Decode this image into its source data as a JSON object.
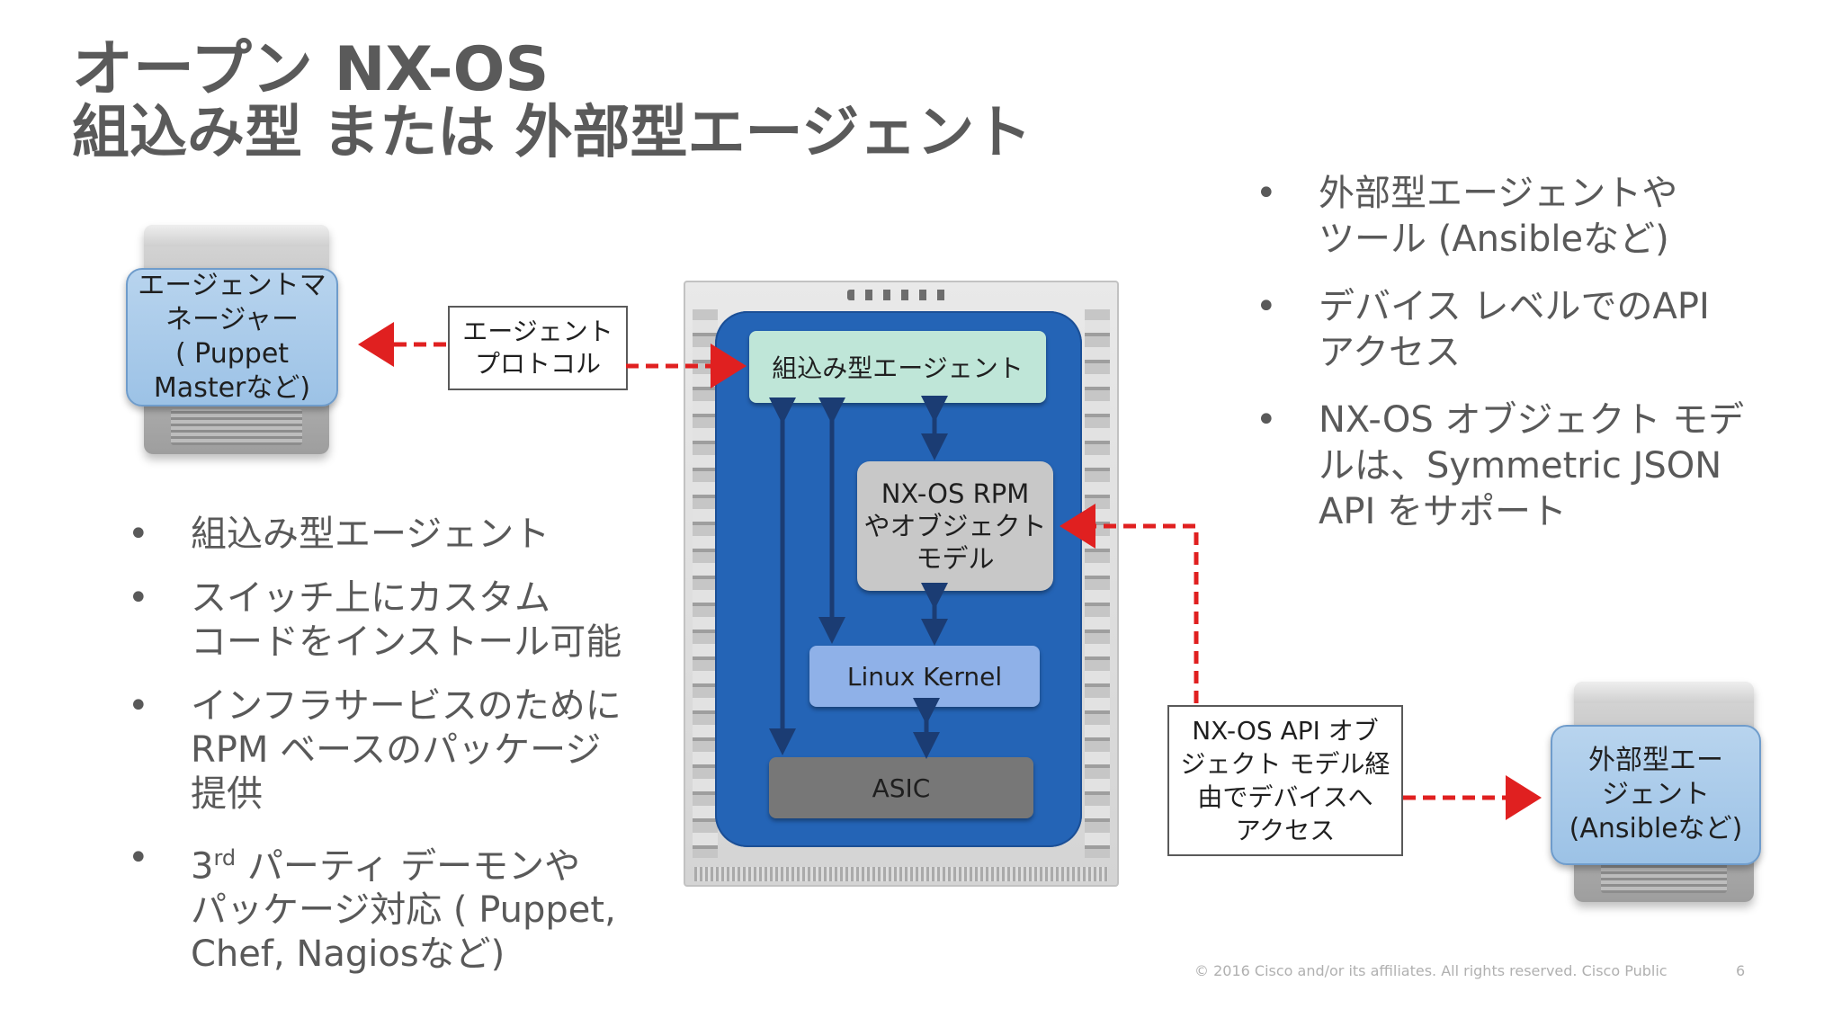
{
  "title": {
    "line1": "オープン NX-OS",
    "line2": "組込み型 または 外部型エージェント"
  },
  "agent_manager": {
    "label": "エージェントマ\nネージャー\n( Puppet\nMasterなど)"
  },
  "agent_protocol": {
    "label": "エージェント\nプロトコル"
  },
  "device_stack": {
    "embedded_agent": "組込み型エージェント",
    "rpm_object_model": "NX-OS RPM\nやオブジェクト\nモデル",
    "linux_kernel": "Linux Kernel",
    "asic": "ASIC"
  },
  "api_access": {
    "label": "NX-OS API オブ\nジェクト モデル経\n由でデバイスへ\nアクセス"
  },
  "external_agent": {
    "label": "外部型エー\nジェント\n(Ansibleなど)"
  },
  "left_bullets": [
    {
      "text": "組込み型エージェント"
    },
    {
      "text": "スイッチ上にカスタム\nコードをインストール可能"
    },
    {
      "text": "インフラサービスのために\nRPM ベースのパッケージ\n提供"
    },
    {
      "num": "3",
      "sup": "rd",
      "text": " パーティ デーモンや\nパッケージ対応 ( Puppet,\nChef, Nagiosなど)"
    }
  ],
  "right_bullets": [
    {
      "text": "外部型エージェントや\nツール (Ansibleなど)"
    },
    {
      "text": "デバイス レベルでのAPI\nアクセス"
    },
    {
      "text": "NX-OS オブジェクト モデ\nルは、Symmetric JSON\nAPI をサポート"
    }
  ],
  "bullet_symbol": "•",
  "footer": {
    "copyright": "© 2016  Cisco and/or its affiliates. All rights reserved.   Cisco Public",
    "page": "6"
  },
  "colors": {
    "blue_panel": "#2464b6",
    "arrow_red": "#e02020",
    "arrow_navy": "#1b3c73",
    "embedded_agent": "#bfe6d8",
    "rpm": "#c8c8c8",
    "kernel": "#8fb1e8",
    "asic": "#777777",
    "server_panel": "#9cc2e6"
  }
}
